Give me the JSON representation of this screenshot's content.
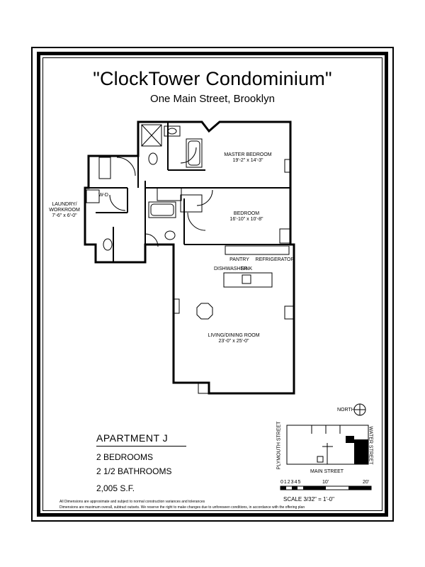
{
  "header": {
    "title": "\"ClockTower Condominium\"",
    "address": "One Main Street, Brooklyn"
  },
  "rooms": {
    "master_bedroom": {
      "name": "MASTER BEDROOM",
      "dims": "19'-2\" x 14'-3\""
    },
    "bedroom": {
      "name": "BEDROOM",
      "dims": "16'-10\" x 10'-8\""
    },
    "laundry": {
      "name": "LAUNDRY/",
      "name2": "WORKROOM",
      "dims": "7'-6\" x 6'-0\""
    },
    "living": {
      "name": "LIVING/DINING ROOM",
      "dims": "23'-0\" x 25'-0\""
    },
    "wd": "W-D",
    "pantry": "PANTRY",
    "refrigerator": "REFRIGERATOR",
    "dishwasher": "DISHWASHER",
    "sink": "SINK"
  },
  "apartment": {
    "name": "APARTMENT J",
    "bedrooms": "2 BEDROOMS",
    "bathrooms": "2 1/2 BATHROOMS",
    "area": "2,005 S.F."
  },
  "key_plan": {
    "north": "NORTH",
    "west_street": "PLYMOUTH STREET",
    "east_street": "WATER STREET",
    "south_street": "MAIN STREET"
  },
  "scale": {
    "ticks": "012345",
    "ten": "10'",
    "twenty": "20'",
    "label": "SCALE 3/32\" = 1'-0\""
  },
  "disclaimer": {
    "line1": "All Dimensions are approximate and subject to normal construction variances and tolerances",
    "line2": "Dimensions are maximum overall, subtract outsets.   We reserve the right to make changes due to unforeseen conditions, in accordance with the offering plan"
  }
}
